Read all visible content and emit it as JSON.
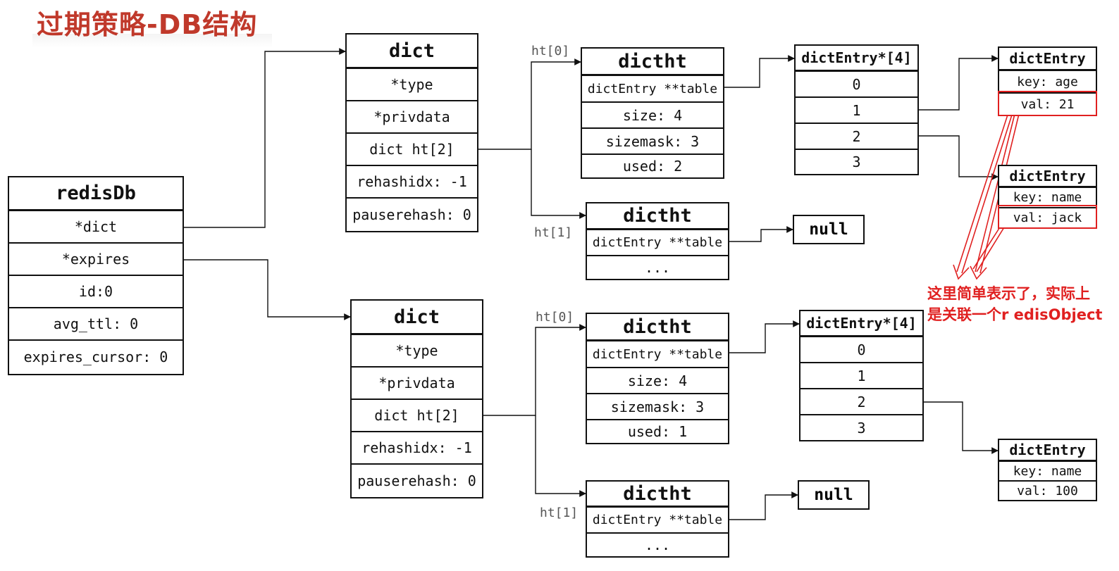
{
  "title": "过期策略-DB结构",
  "redisDb": {
    "header": "redisDb",
    "fields": [
      "*dict",
      "*expires",
      "id:0",
      "avg_ttl: 0",
      "expires_cursor: 0"
    ]
  },
  "dict_top": {
    "header": "dict",
    "fields": [
      "*type",
      "*privdata",
      "dict ht[2]",
      "rehashidx: -1",
      "pauserehash: 0"
    ]
  },
  "dict_bottom": {
    "header": "dict",
    "fields": [
      "*type",
      "*privdata",
      "dict ht[2]",
      "rehashidx: -1",
      "pauserehash: 0"
    ]
  },
  "ht_labels": {
    "ht0": "ht[0]",
    "ht1": "ht[1]"
  },
  "dictht_top0": {
    "header": "dictht",
    "fields": [
      "dictEntry **table",
      "size: 4",
      "sizemask: 3",
      "used: 2"
    ]
  },
  "dictht_top1": {
    "header": "dictht",
    "fields": [
      "dictEntry **table",
      "..."
    ]
  },
  "dictht_bot0": {
    "header": "dictht",
    "fields": [
      "dictEntry **table",
      "size: 4",
      "sizemask: 3",
      "used: 1"
    ]
  },
  "dictht_bot1": {
    "header": "dictht",
    "fields": [
      "dictEntry **table",
      "..."
    ]
  },
  "null_label": "null",
  "array_top": {
    "header": "dictEntry*[4]",
    "slots": [
      "0",
      "1",
      "2",
      "3"
    ]
  },
  "array_bottom": {
    "header": "dictEntry*[4]",
    "slots": [
      "0",
      "1",
      "2",
      "3"
    ]
  },
  "entry_age": {
    "header": "dictEntry",
    "key": "key: age",
    "val": "val: 21"
  },
  "entry_name": {
    "header": "dictEntry",
    "key": "key: name",
    "val": "val: jack"
  },
  "entry_name_expire": {
    "header": "dictEntry",
    "key": "key: name",
    "val": "val: 100"
  },
  "note": {
    "line1": "这里简单表示了，实际上",
    "line2": "是关联一个r edisObject"
  },
  "colors": {
    "title": "#c0392b",
    "highlight": "#e02020",
    "line": "#111111"
  }
}
